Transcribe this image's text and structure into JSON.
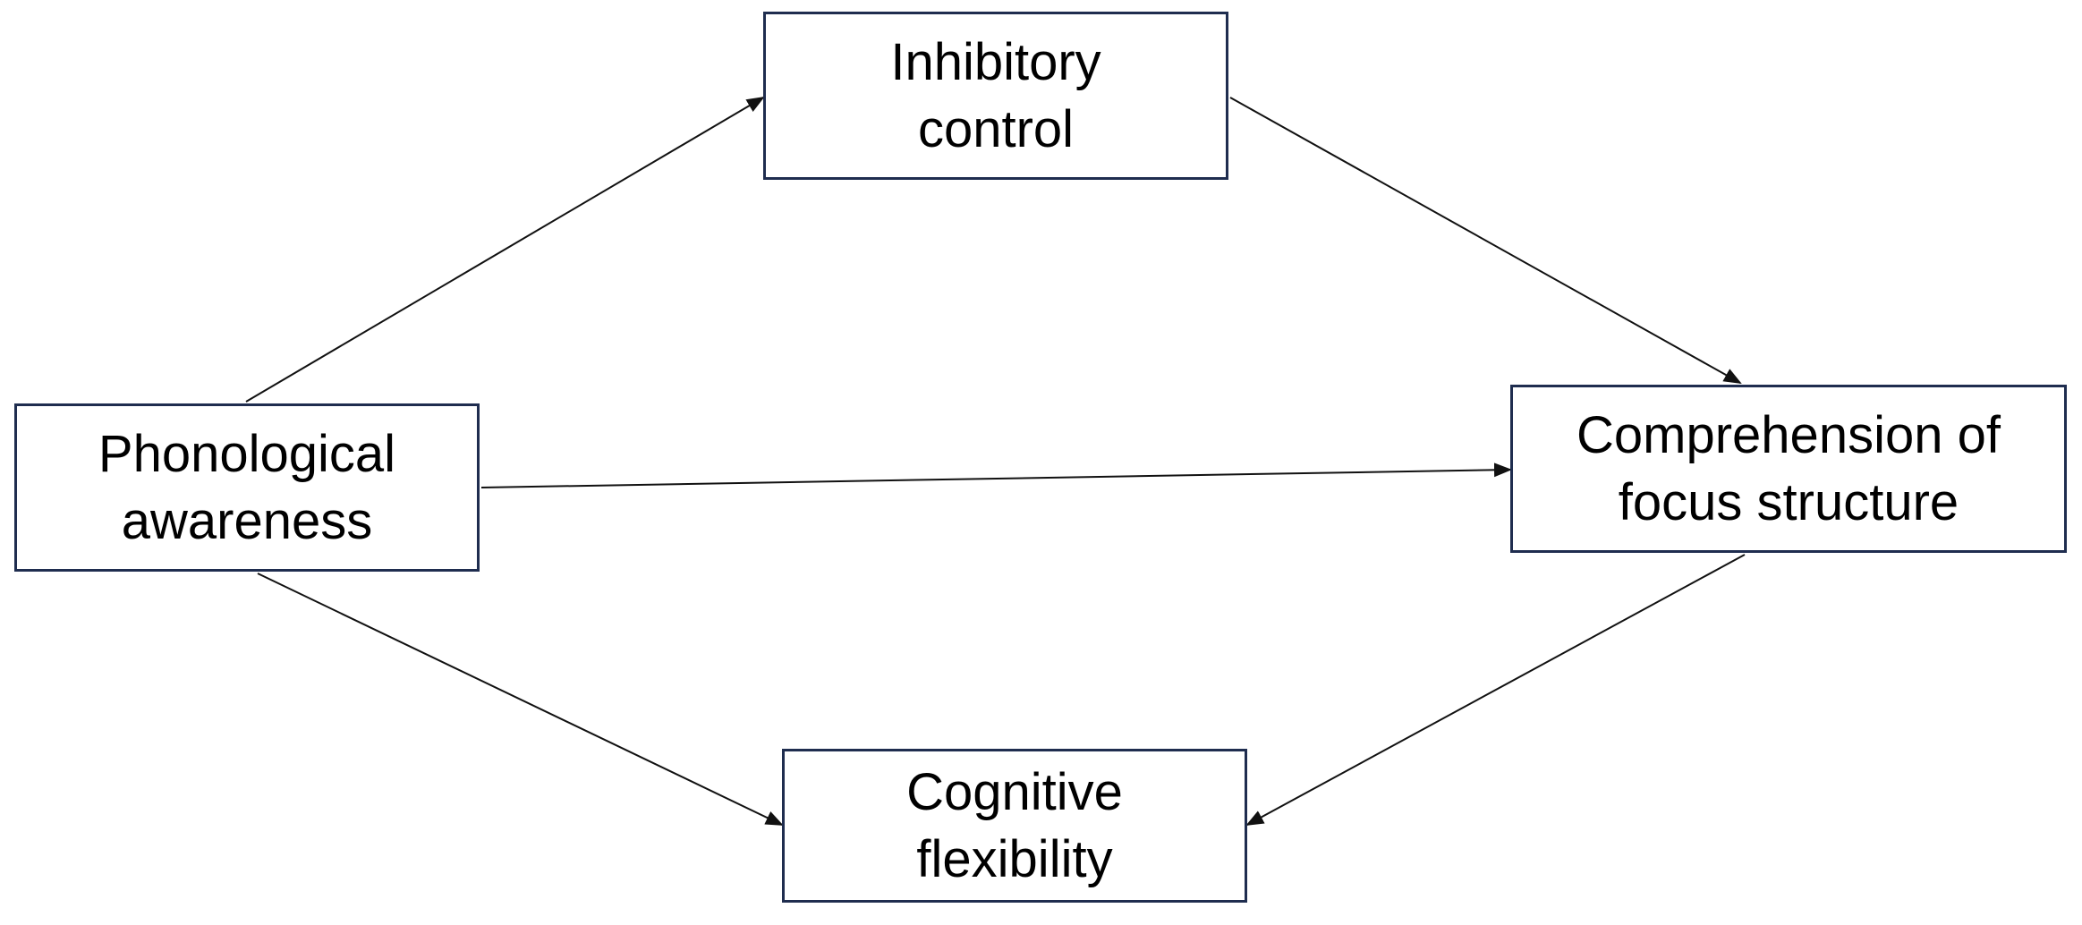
{
  "diagram": {
    "line_color": "#111111",
    "box_border_color": "#1f2d4f",
    "nodes": {
      "inhibitory_control": {
        "label": "Inhibitory\ncontrol"
      },
      "phonological_awareness": {
        "label": "Phonological\nawareness"
      },
      "comprehension_focus": {
        "label": "Comprehension of\nfocus structure"
      },
      "cognitive_flexibility": {
        "label": "Cognitive\nflexibility"
      }
    },
    "edges": [
      {
        "from": "phonological_awareness",
        "to": "inhibitory_control"
      },
      {
        "from": "inhibitory_control",
        "to": "comprehension_focus"
      },
      {
        "from": "phonological_awareness",
        "to": "comprehension_focus"
      },
      {
        "from": "phonological_awareness",
        "to": "cognitive_flexibility"
      },
      {
        "from": "comprehension_focus",
        "to": "cognitive_flexibility"
      }
    ]
  }
}
